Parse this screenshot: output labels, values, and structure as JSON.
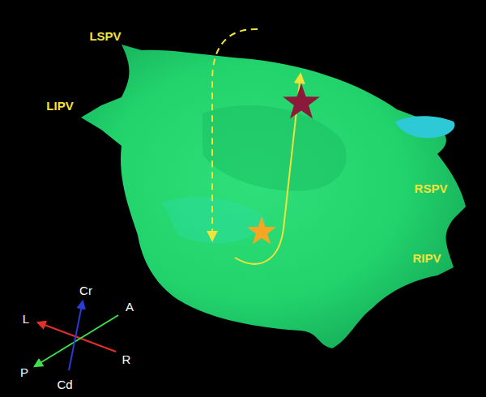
{
  "diagram": {
    "labels": [
      "LSPV",
      "LIPV",
      "RSPV",
      "RIPV",
      "Cr",
      "A",
      "L",
      "R",
      "P",
      "Cd"
    ]
  }
}
